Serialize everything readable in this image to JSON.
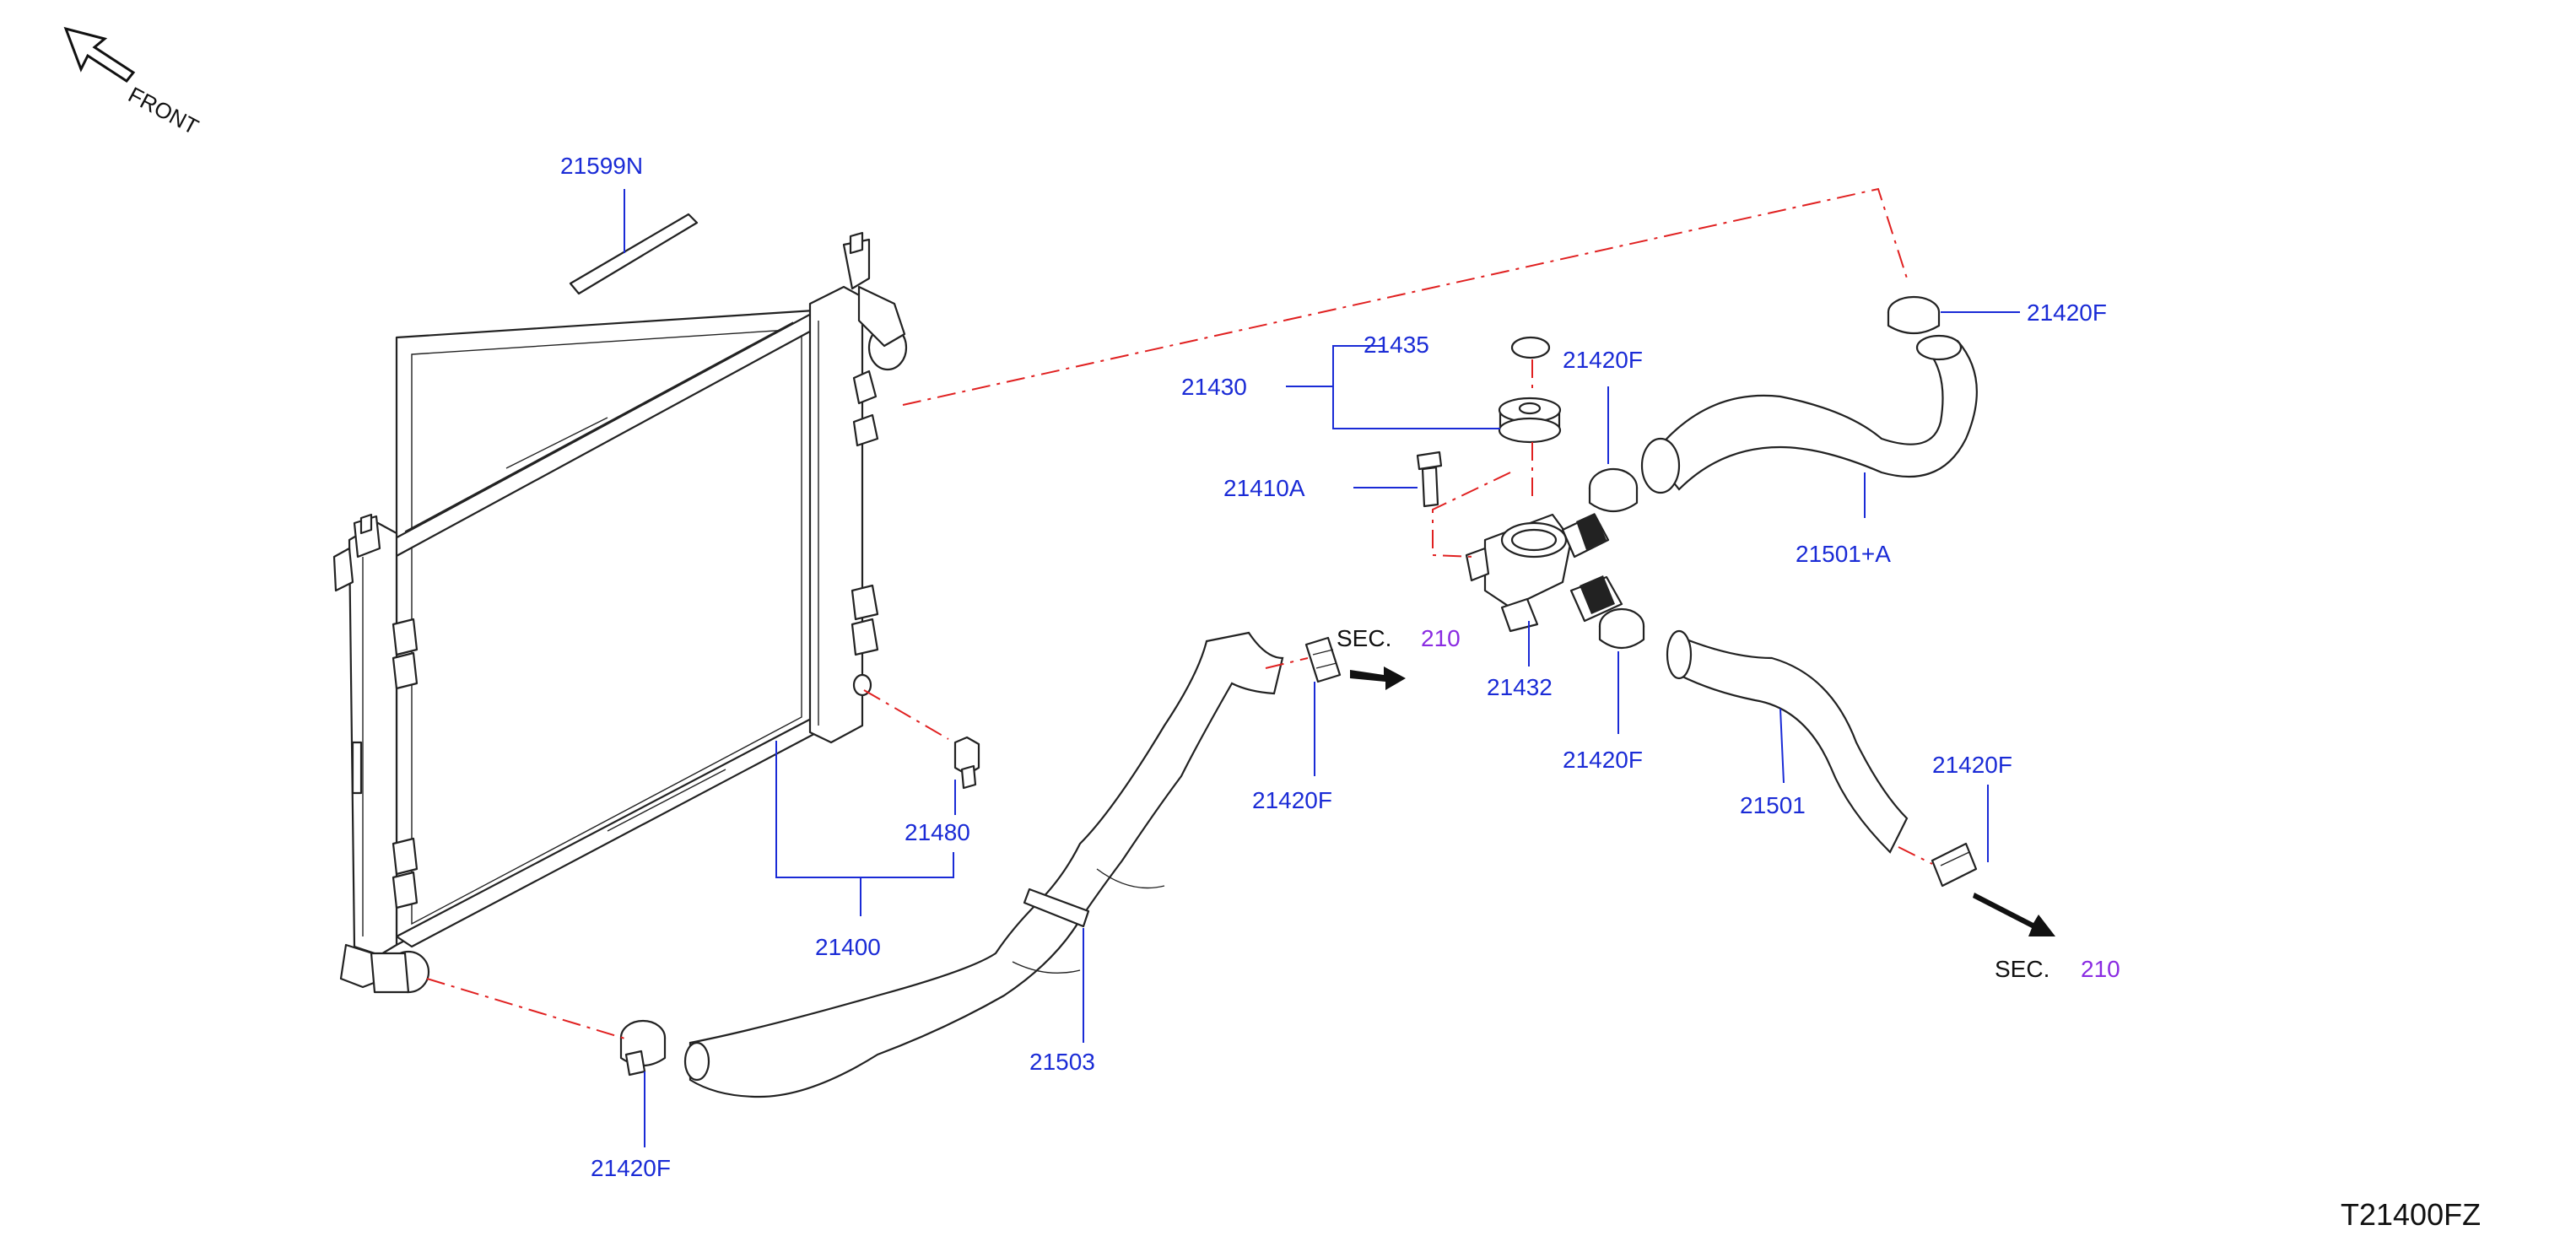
{
  "diagram_code": "T21400FZ",
  "front_label": "FRONT",
  "sec_prefix": "SEC.",
  "sec_number": "210",
  "parts": {
    "p21599N": "21599N",
    "p21435": "21435",
    "p21430": "21430",
    "p21410A": "21410A",
    "p21420F_top_right": "21420F",
    "p21420F_upper_mid": "21420F",
    "p21501A": "21501+A",
    "p21432": "21432",
    "p21420F_lower_mid": "21420F",
    "p21420F_center": "21420F",
    "p21480": "21480",
    "p21400": "21400",
    "p21501": "21501",
    "p21420F_right": "21420F",
    "p21503": "21503",
    "p21420F_bottom": "21420F"
  },
  "colors": {
    "label": "#1a2bd6",
    "section_ref": "#8a2be2",
    "dash_line": "#e02020",
    "line_art": "#222222"
  }
}
